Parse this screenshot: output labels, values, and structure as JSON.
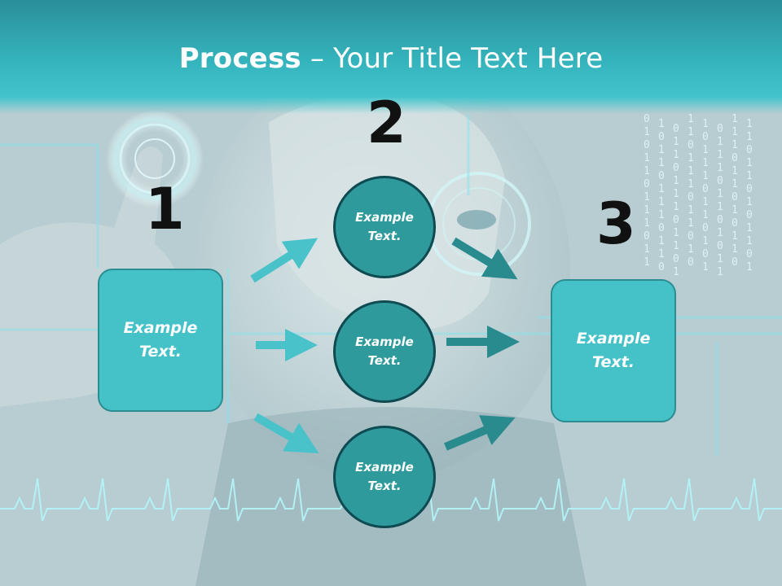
{
  "title": {
    "bold": "Process",
    "rest": " – Your Title Text Here"
  },
  "steps": [
    {
      "number": "1",
      "text": "Example\nText."
    },
    {
      "number": "2"
    },
    {
      "number": "3",
      "text": "Example\nText."
    }
  ],
  "circles": [
    {
      "text": "Example\nText."
    },
    {
      "text": "Example\nText."
    },
    {
      "text": "Example\nText."
    }
  ],
  "colors": {
    "title_band": "#35b4bd",
    "box_fill": "#44c2c8",
    "circle_fill": "#2f9a9b",
    "arrow_light": "#49c3c9",
    "arrow_dark": "#2a8b8e"
  },
  "background": {
    "binary_columns": [
      "0",
      "1",
      "0",
      "1",
      "1",
      "0",
      "1",
      "1",
      "1",
      "0",
      "1",
      "1"
    ]
  }
}
